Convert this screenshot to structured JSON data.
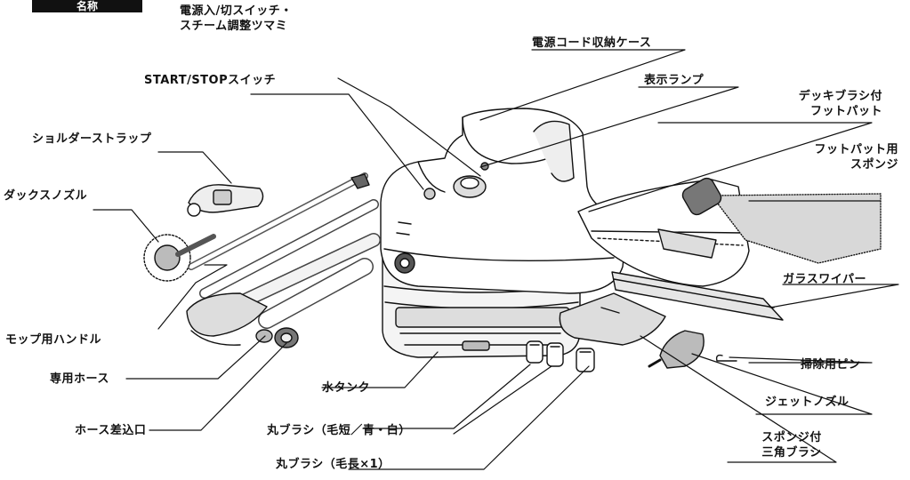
{
  "header_tab": "名称",
  "labels": {
    "power_switch": {
      "line1": "電源入/切スイッチ・",
      "line2": "スチーム調整ツマミ"
    },
    "cord_case": "電源コード収納ケース",
    "start_stop": "START/STOPスイッチ",
    "indicator_lamp": "表示ランプ",
    "deck_brush": {
      "line1": "デッキブラシ付",
      "line2": "フットパット"
    },
    "shoulder_strap": "ショルダーストラップ",
    "foot_pad_sponge": {
      "line1": "フットパット用",
      "line2": "スポンジ"
    },
    "dachs_nozzle": "ダックスノズル",
    "glass_wiper": "ガラスワイパー",
    "mop_handle": "モップ用ハンドル",
    "cleaning_pin": "掃除用ピン",
    "hose": "専用ホース",
    "water_tank": "水タンク",
    "jet_nozzle": "ジェットノズル",
    "hose_inlet": "ホース差込口",
    "round_brush_short": "丸ブラシ（毛短／青・白）",
    "triangle_brush": {
      "line1": "スポンジ付",
      "line2": "三角ブラシ"
    },
    "round_brush_long": "丸ブラシ（毛長×1）"
  },
  "colors": {
    "ink": "#111111",
    "paper": "#ffffff",
    "tone": "#9a9a9a"
  }
}
